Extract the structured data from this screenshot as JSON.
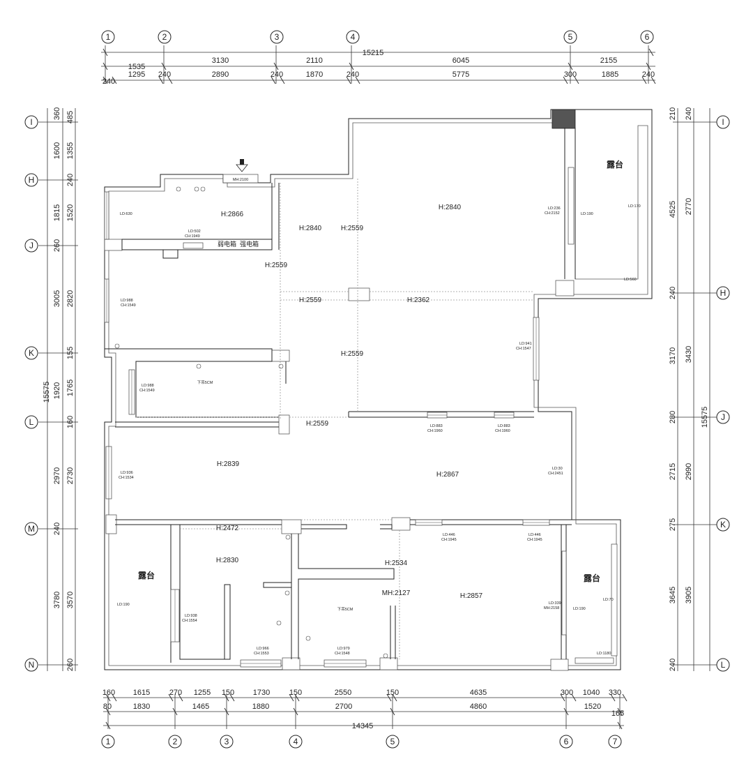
{
  "axes_top": [
    "1",
    "2",
    "3",
    "4",
    "5",
    "6"
  ],
  "axes_bottom": [
    "1",
    "2",
    "3",
    "4",
    "5",
    "6",
    "7"
  ],
  "axes_left": [
    "I",
    "H",
    "J",
    "K",
    "L",
    "M",
    "N"
  ],
  "axes_right": [
    "I",
    "H",
    "J",
    "K",
    "L"
  ],
  "dims_top_row1": [
    "15215"
  ],
  "dims_top_row2": [
    "1535",
    "3130",
    "2110",
    "6045",
    "2155"
  ],
  "dims_top_row3": [
    "240",
    "1295",
    "240",
    "2890",
    "240",
    "1870",
    "240",
    "5775",
    "300",
    "1885",
    "240"
  ],
  "dims_bottom_row1": [
    "160",
    "1615",
    "270",
    "1255",
    "150",
    "1730",
    "150",
    "2550",
    "150",
    "4635",
    "300",
    "1040",
    "330"
  ],
  "dims_bottom_row2": [
    "80",
    "1830",
    "1465",
    "1880",
    "2700",
    "4860",
    "1520",
    "165"
  ],
  "dims_bottom_row3": [
    "14345"
  ],
  "dims_left_outer": [
    "360",
    "1600",
    "1815",
    "260",
    "3005",
    "15575",
    "2970",
    "240",
    "3780"
  ],
  "dims_left_inner": [
    "485",
    "1355",
    "240",
    "1520",
    "2820",
    "155",
    "1765",
    "1920",
    "160",
    "2730",
    "3570",
    "260"
  ],
  "dims_right_inner": [
    "210",
    "4525",
    "240",
    "3170",
    "280",
    "2715",
    "275",
    "3645",
    "240"
  ],
  "dims_right_mid": [
    "240",
    "2770",
    "3430",
    "2990",
    "3905"
  ],
  "dims_right_outer": [
    "15575"
  ],
  "heights": {
    "h2866": "H:2866",
    "h2840a": "H:2840",
    "h2559a": "H:2559",
    "h2840b": "H:2840",
    "h2559b": "H:2559",
    "h2559c": "H:2559",
    "h2362": "H:2362",
    "h2559d": "H:2559",
    "h2559e": "H:2559",
    "h2839": "H:2839",
    "h2867": "H:2867",
    "h2472": "H:2472",
    "h2830": "H:2830",
    "h2534": "H:2534",
    "mh2127": "MH:2127",
    "h2857": "H:2857"
  },
  "annotations": {
    "mh2100": "MH:2100",
    "ld630": "LD:630",
    "ld502": "LD:502",
    "ch1949a": "CH:1949",
    "ld988a": "LD:988",
    "ch1549a": "CH:1549",
    "ld988b": "LD:988",
    "ch1549b": "CH:1549",
    "drop5a": "下吊5CM",
    "ld236": "LD:236",
    "ch2152": "CH:2152",
    "ld190a": "LD:190",
    "ld170": "LD:170",
    "ld560": "LD:560",
    "ld941": "LD:941",
    "ch1547": "CH:1547",
    "ld883a": "LD:883",
    "ch1960a": "CH:1960",
    "ld883b": "LD:883",
    "ch1960b": "CH:1960",
    "ld936": "LD:936",
    "ch1534": "CH:1534",
    "ld30": "LD:30",
    "ch2451": "CH:2451",
    "ld446a": "LD:446",
    "ch1945a": "CH:1945",
    "ld446b": "LD:446",
    "ch1945b": "CH:1945",
    "ld190b": "LD:190",
    "ld938": "LD:938",
    "ch1554": "CH:1554",
    "ld966": "LD:966",
    "ch1553": "CH:1553",
    "drop5b": "下吊5CM",
    "ld979": "LD:979",
    "ch1548": "CH:1548",
    "ld339": "LD:339",
    "mh2158": "MH:2158",
    "ld190c": "LD:190",
    "ld70": "LD:70",
    "ld1180": "LD:1180"
  },
  "rooms": {
    "weak_box": "弱电箱",
    "strong_box": "强电箱",
    "balcony1": "露台",
    "balcony2": "露台",
    "balcony3": "露台"
  },
  "colors": {
    "line": "#222222",
    "column_fill": "#555555",
    "background": "#ffffff"
  }
}
